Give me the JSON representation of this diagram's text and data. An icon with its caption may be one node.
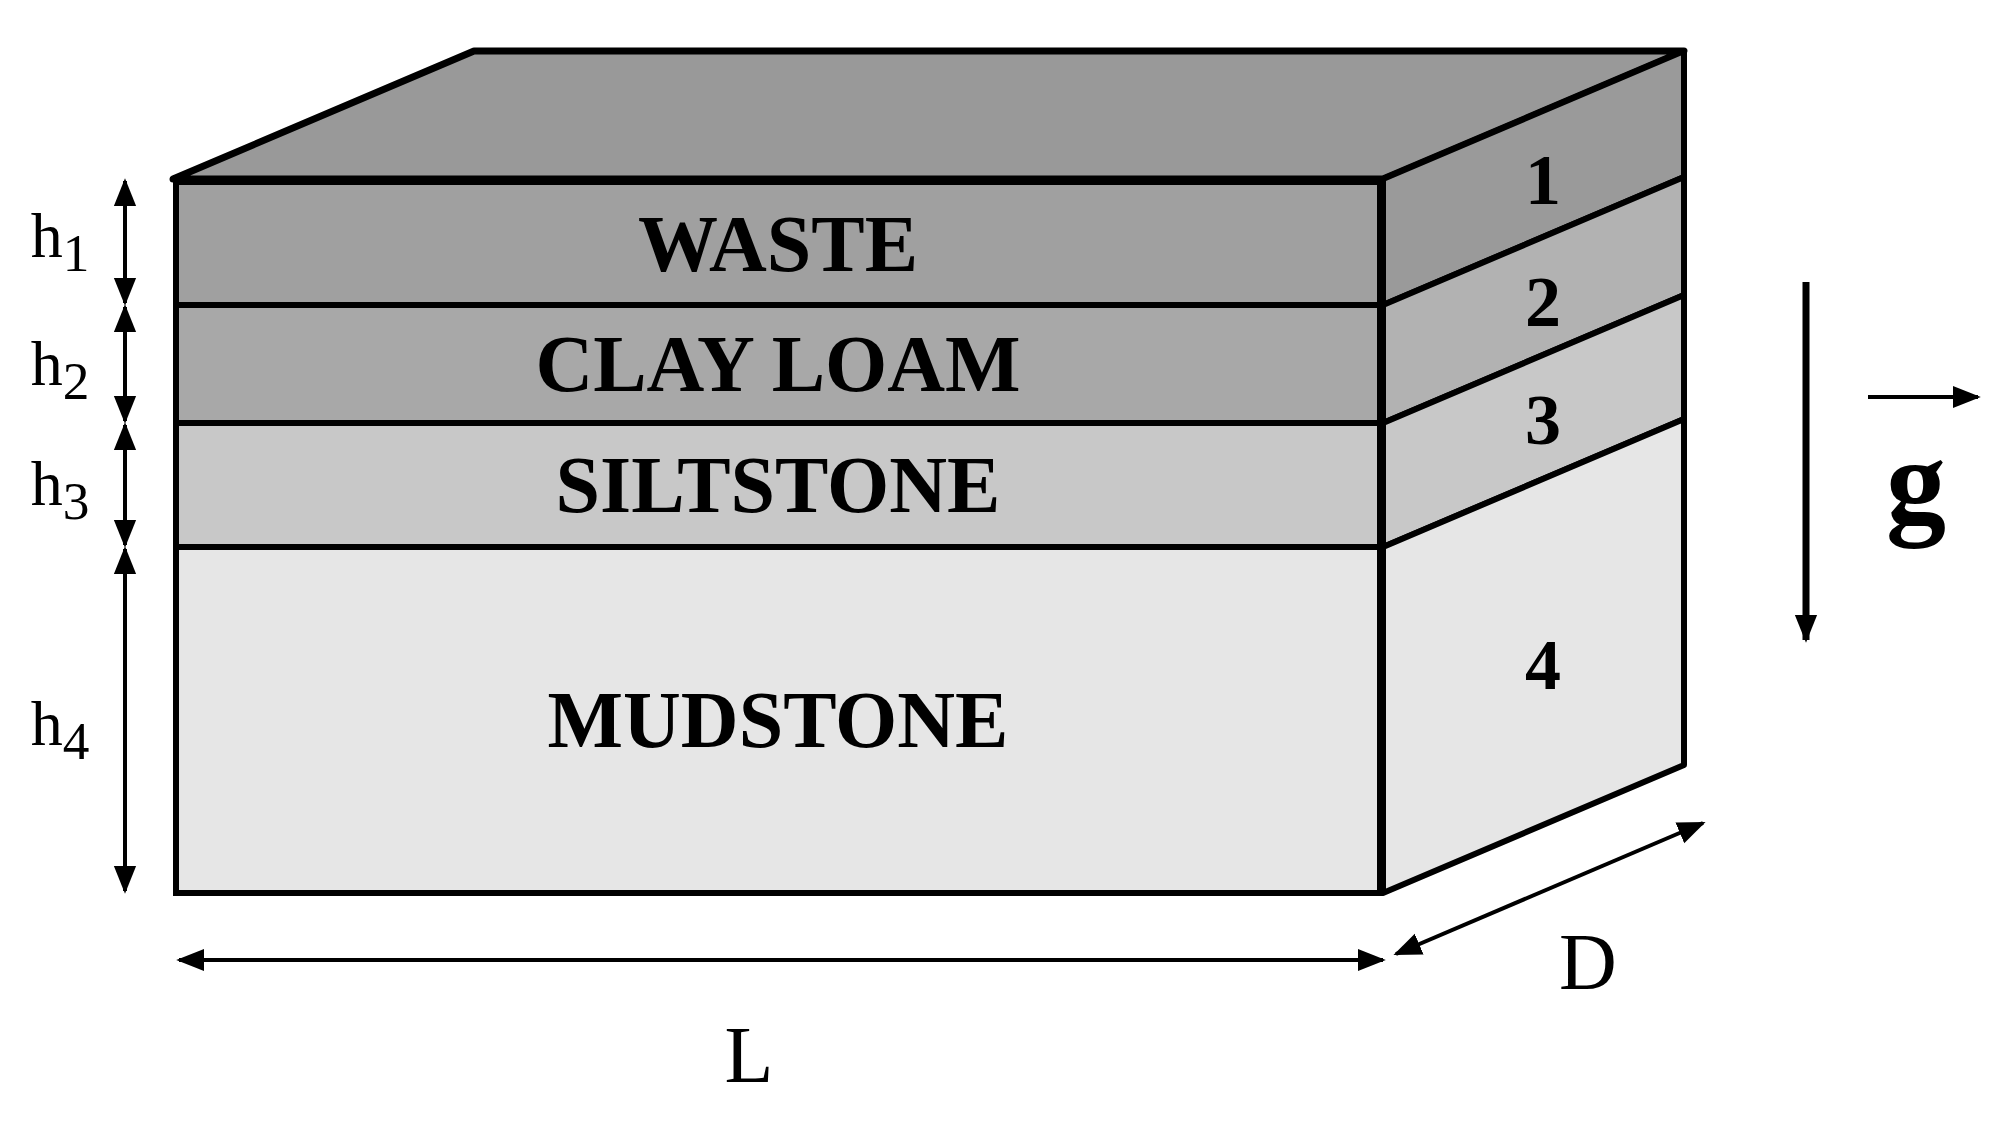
{
  "diagram": {
    "nodes": [
      {
        "text": [
          "WASTE"
        ]
      },
      {
        "text": [
          "CLAY LOAM"
        ]
      },
      {
        "text": [
          "SILTSTONE"
        ]
      },
      {
        "text": [
          "MUDSTONE"
        ]
      }
    ],
    "labels": [
      "h$_{1}$",
      "1",
      "2",
      "h$_{2}$",
      "3",
      "h$_{3}$",
      "g",
      "4",
      "h$_{4}$",
      "D",
      "L"
    ]
  }
}
